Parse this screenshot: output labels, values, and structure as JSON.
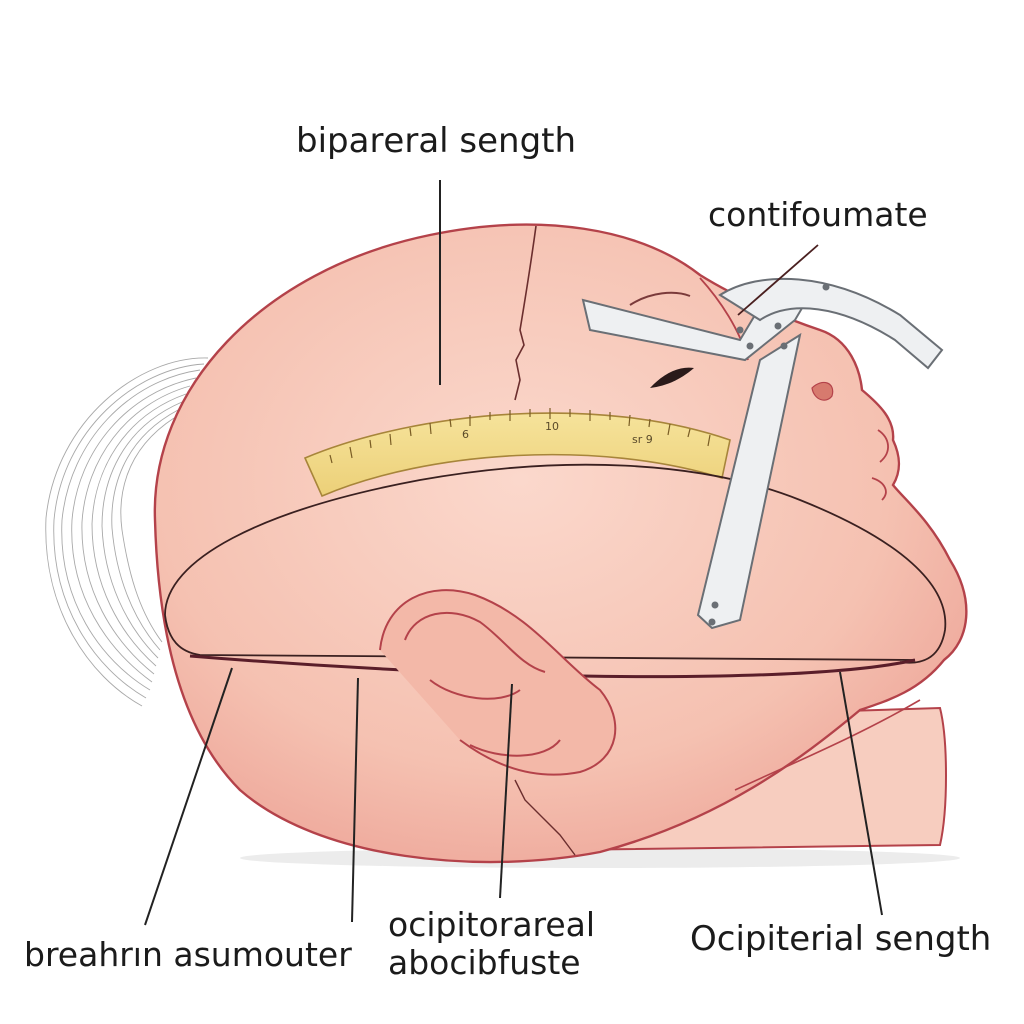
{
  "labels": {
    "top": "biparеral sength",
    "top_right": "contifoumate",
    "bottom_left": "breahrın asumouter",
    "bottom_center_line1": "ocipitorareal",
    "bottom_center_line2": "abocibfuste",
    "bottom_right": "Ocipiterial sength"
  },
  "ruler": {
    "marks": [
      "6",
      "10",
      "sr 9"
    ]
  },
  "colors": {
    "skin": "#f6c7b8",
    "skin_outline": "#b4424a",
    "ruler_fill": "#f3df8c",
    "caliper": "#eef0f2",
    "hair": "#8f8f8f",
    "leader": "#222222"
  }
}
